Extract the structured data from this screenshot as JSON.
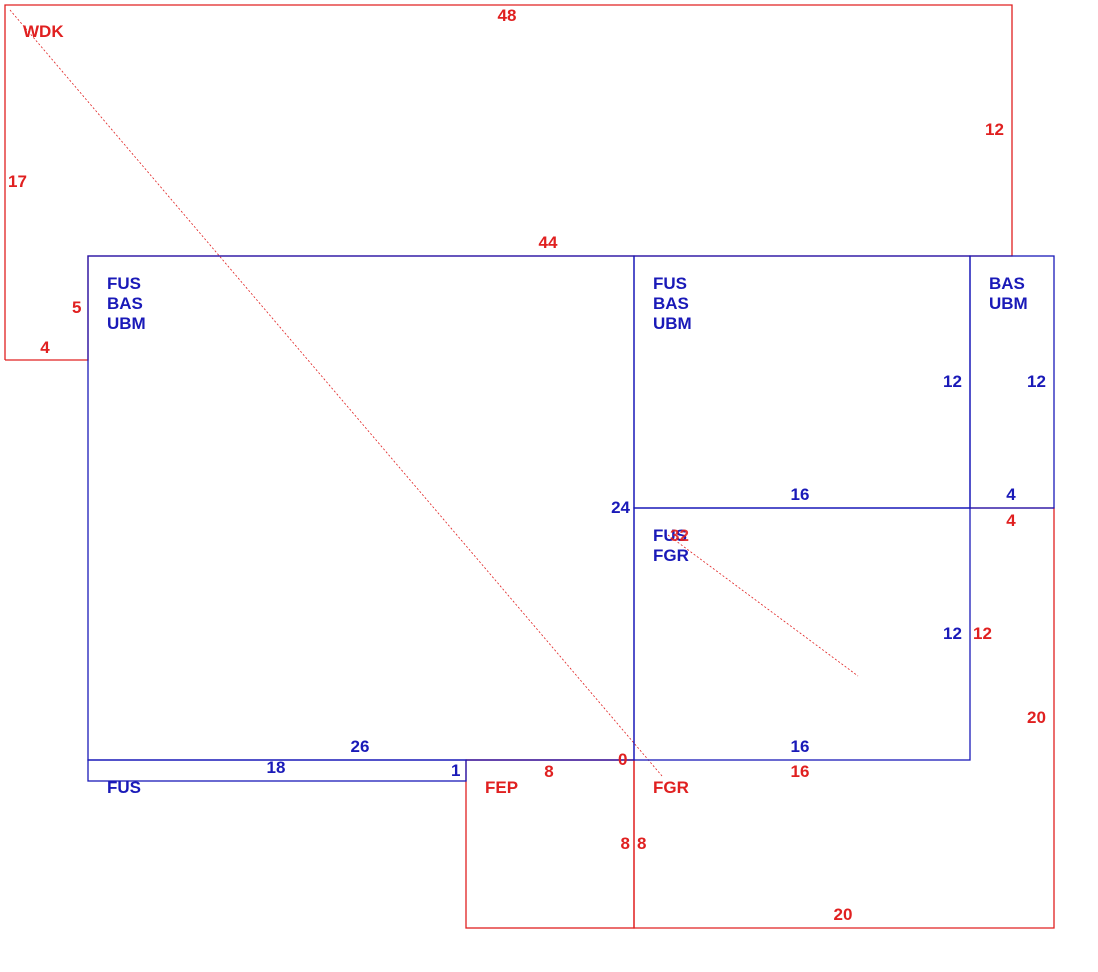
{
  "colors": {
    "outline_red": "#e02020",
    "outline_blue": "#1a1ab8",
    "background": "#ffffff"
  },
  "rooms": {
    "wdk": {
      "name": "WDK"
    },
    "main": {
      "codes": [
        "FUS",
        "BAS",
        "UBM"
      ]
    },
    "upper_right": {
      "codes": [
        "FUS",
        "BAS",
        "UBM"
      ]
    },
    "far_right": {
      "codes": [
        "BAS",
        "UBM"
      ]
    },
    "middle_right": {
      "codes": [
        "FUS",
        "FGR"
      ],
      "overlap_number": "32"
    },
    "strip": {
      "code": "FUS"
    },
    "fep": {
      "code": "FEP"
    },
    "fgr": {
      "code": "FGR"
    }
  },
  "dimensions": {
    "wdk_top": "48",
    "wdk_right": "12",
    "wdk_left": "17",
    "wdk_inner_vertical": "5",
    "wdk_bottom_step": "4",
    "main_top": "44",
    "main_right": "24",
    "main_bottom": "26",
    "strip_bottom": "18",
    "strip_right": "1",
    "upper_right_inner": "12",
    "far_right_outer": "12",
    "upper_right_bottom": "16",
    "far_right_bottom": "4",
    "fgr_top_right": "4",
    "middle_right_side": "12",
    "red_side": "12",
    "red_right": "20",
    "middle_right_bottom": "16",
    "fep_top": "8",
    "junction": "0",
    "fgr_top": "16",
    "fep_right": "8",
    "fgr_left": "8",
    "fgr_bottom": "20"
  }
}
